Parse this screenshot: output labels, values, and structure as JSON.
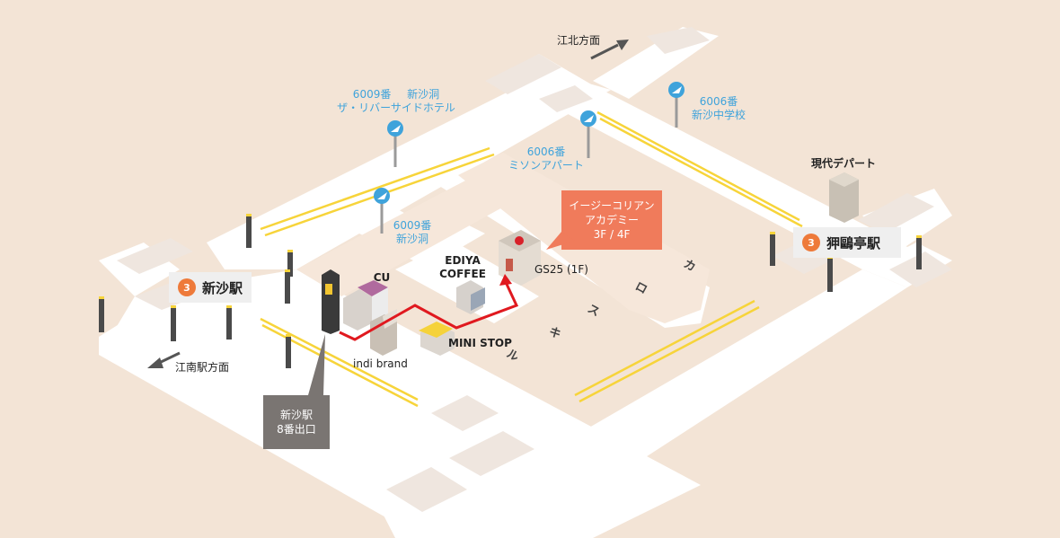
{
  "directions": {
    "north": "江北方面",
    "southwest": "江南駅方面"
  },
  "bus_stops": [
    {
      "number": "6009番",
      "name": "新沙洞",
      "name2": "ザ・リバーサイドホテル",
      "icon": "bus-stop-icon"
    },
    {
      "number": "6006番",
      "name": "新沙中学校",
      "icon": "bus-stop-icon"
    },
    {
      "number": "6006番",
      "name": "ミソンアパート",
      "icon": "bus-stop-icon"
    },
    {
      "number": "6009番",
      "name": "新沙洞",
      "icon": "bus-stop-icon"
    }
  ],
  "stations": [
    {
      "line": "3",
      "name": "新沙駅"
    },
    {
      "line": "3",
      "name": "狎鷗亭駅"
    }
  ],
  "stores": {
    "cu": "CU",
    "ediya": "EDIYA\nCOFFEE",
    "gs25": "GS25 (1F)",
    "ministop": "MINI STOP",
    "indibrand": "indi brand"
  },
  "landmark": "現代デパート",
  "destination": {
    "line1": "イージーコリアン",
    "line2": "アカデミー",
    "line3": "3F / 4F",
    "color": "#f07b5b"
  },
  "exit": {
    "line1": "新沙駅",
    "line2": "8番出口",
    "color": "#7a7572"
  },
  "street_name": [
    "カ",
    "ロ",
    "ス",
    "キ",
    "ル"
  ],
  "colors": {
    "background": "#f3e4d6",
    "road": "#ffffff",
    "lane": "#f7d43a",
    "route": "#e0191f",
    "bus_stop": "#3fa3db",
    "station_badge": "#ee7a3a"
  }
}
